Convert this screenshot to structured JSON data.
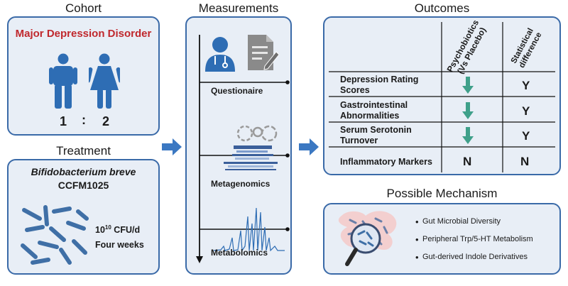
{
  "cohort": {
    "title": "Cohort",
    "condition": "Major Depression Disorder",
    "ratio_left": "1",
    "ratio_sep": ":",
    "ratio_right": "2"
  },
  "treatment": {
    "title": "Treatment",
    "strain_line1": "Bifidobacterium breve",
    "strain_line2": "CCFM1025",
    "dose_base": "10",
    "dose_exp": "10",
    "dose_unit": " CFU/d",
    "duration": "Four weeks"
  },
  "measurements": {
    "title": "Measurements",
    "items": [
      "Questionaire",
      "Metagenomics",
      "Metabolomics"
    ]
  },
  "outcomes": {
    "title": "Outcomes",
    "col1_line1": "Psychobiotics",
    "col1_line2": "(Vs Placebo)",
    "col2_line1": "Statistical",
    "col2_line2": "difference",
    "rows": [
      {
        "label1": "Depression Rating",
        "label2": "Scores",
        "effect": "down-arrow",
        "sig": "Y"
      },
      {
        "label1": "Gastrointestinal",
        "label2": "Abnormalities",
        "effect": "down-arrow",
        "sig": "Y"
      },
      {
        "label1": "Serum Serotonin",
        "label2": "Turnover",
        "effect": "down-arrow",
        "sig": "Y"
      },
      {
        "label1": "Inflammatory Markers",
        "label2": "",
        "effect": "N",
        "sig": "N"
      }
    ]
  },
  "mechanism": {
    "title": "Possible Mechanism",
    "items": [
      "Gut Microbial Diversity",
      "Peripheral Trp/5-HT Metabolism",
      "Gut-derived Indole Derivatives"
    ]
  },
  "colors": {
    "panel_border": "#3a6aa8",
    "panel_fill": "#e8eef6",
    "accent_blue": "#2e6db4",
    "teal_arrow": "#3fa08a",
    "red": "#c0282d"
  }
}
